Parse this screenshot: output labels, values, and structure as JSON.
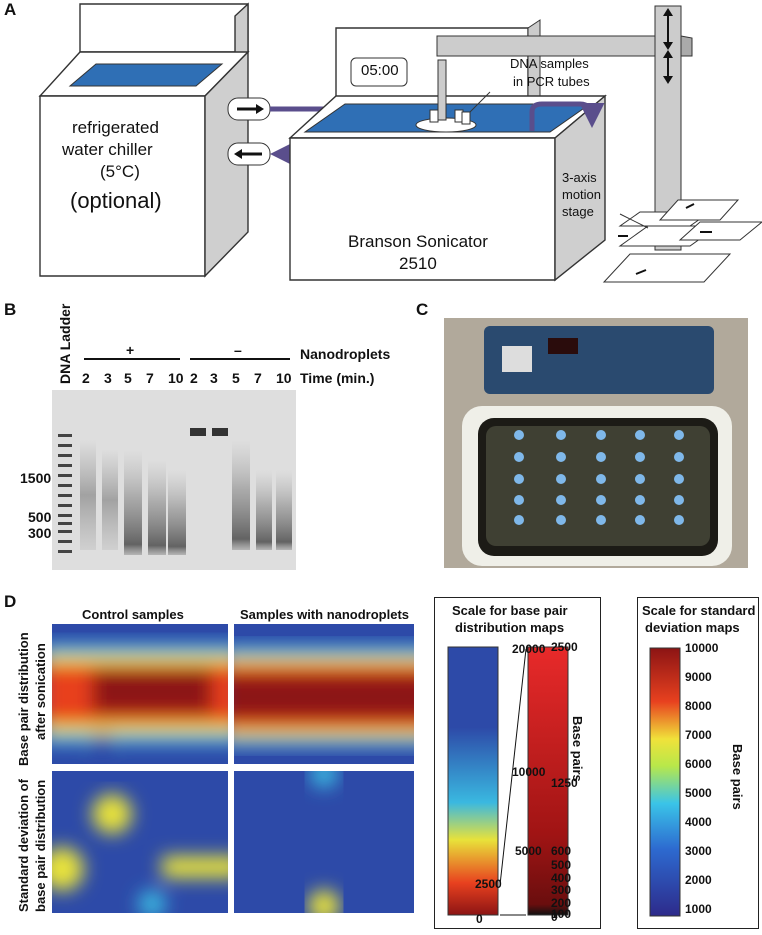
{
  "panelA": {
    "letter": "A",
    "chiller": [
      "refrigerated",
      "water chiller",
      "(5°C)",
      "(optional)"
    ],
    "timer": "05:00",
    "samples": [
      "DNA samples",
      "in PCR tubes"
    ],
    "stage": [
      "3-axis",
      "motion",
      "stage"
    ],
    "sonicator": [
      "Branson Sonicator",
      "2510"
    ]
  },
  "panelB": {
    "letter": "B",
    "ladder": "DNA Ladder",
    "plus": "+",
    "minus": "–",
    "nanodroplets": "Nanodroplets",
    "time_label": "Time (min.)",
    "times": [
      "2",
      "3",
      "5",
      "7",
      "10",
      "2",
      "3",
      "5",
      "7",
      "10"
    ],
    "sizes": [
      "1500",
      "500",
      "300"
    ]
  },
  "panelC": {
    "letter": "C"
  },
  "panelD": {
    "letter": "D",
    "col1": "Control samples",
    "col2": "Samples with nanodroplets",
    "row1": [
      "Base pair distribution",
      "after sonication"
    ],
    "row2": [
      "Standard deviation of",
      "base pair distribution"
    ],
    "scale1_title": [
      "Scale for base pair",
      "distribution maps"
    ],
    "scale1_left_ticks": [
      "20000",
      "10000",
      "5000",
      "2500",
      "0"
    ],
    "scale1_right_ticks": [
      "2500",
      "1250",
      "600",
      "500",
      "400",
      "300",
      "200",
      "100",
      "0"
    ],
    "scale1_axis": "Base pairs",
    "scale2_title": [
      "Scale for standard",
      "deviation maps"
    ],
    "scale2_ticks": [
      "10000",
      "9000",
      "8000",
      "7000",
      "6000",
      "5000",
      "4000",
      "3000",
      "2000",
      "1000"
    ],
    "scale2_axis": "Base pairs"
  }
}
